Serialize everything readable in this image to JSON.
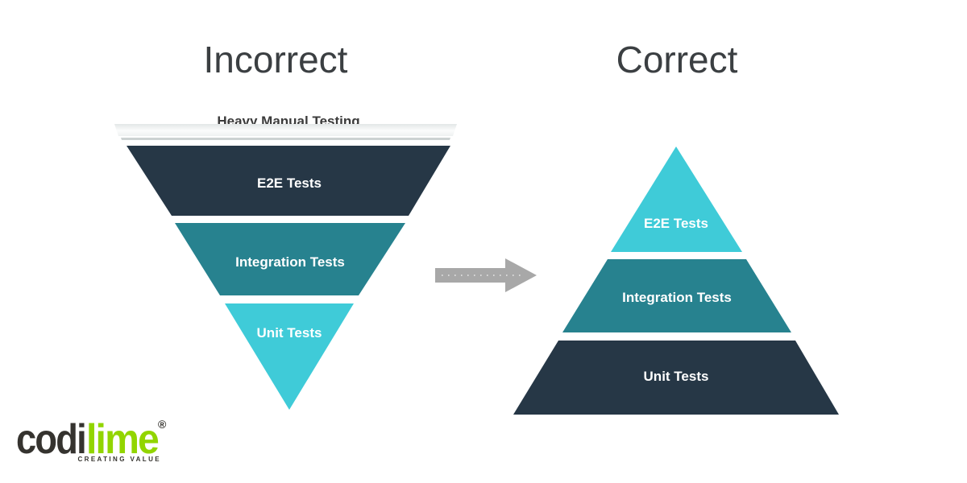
{
  "incorrect_pyramid": {
    "title": "Incorrect",
    "top_label": "Heavy Manual Testing",
    "levels": [
      {
        "label": "E2E Tests",
        "color": "#263746"
      },
      {
        "label": "Integration Tests",
        "color": "#27828f"
      },
      {
        "label": "Unit Tests",
        "color": "#3fcbd8"
      }
    ]
  },
  "correct_pyramid": {
    "title": "Correct",
    "levels": [
      {
        "label": "E2E Tests",
        "color": "#3fcbd8"
      },
      {
        "label": "Integration Tests",
        "color": "#27828f"
      },
      {
        "label": "Unit Tests",
        "color": "#263746"
      }
    ]
  },
  "arrow": {
    "direction": "right",
    "color": "#a8a8a8"
  },
  "logo": {
    "part1": "codi",
    "part2": "lime",
    "registered_mark": "®",
    "tagline": "CREATING VALUE",
    "dark_color": "#35332f",
    "lime_color": "#92d500"
  },
  "colors": {
    "background": "#ffffff",
    "title_text": "#3b3f42",
    "band_label_text": "#ffffff",
    "top_label_text": "#3b3b3b",
    "haze_top": "#e3e7e7",
    "haze_mid": "#fbfcfc",
    "haze_bottom": "#eef1f1",
    "haze_edge": "#ccd2d2"
  }
}
